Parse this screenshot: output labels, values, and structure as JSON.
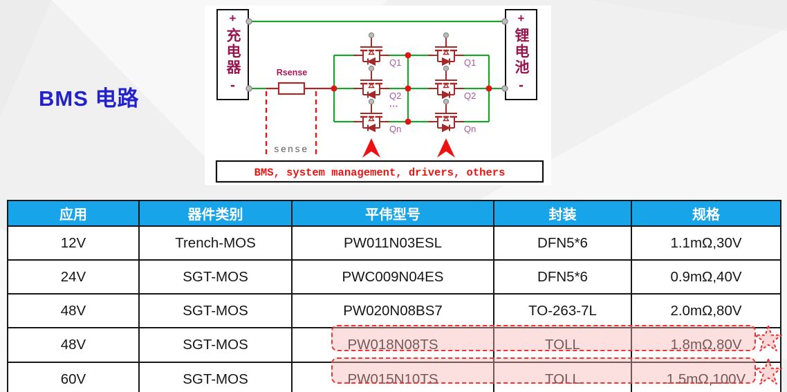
{
  "page": {
    "title": "BMS 电路"
  },
  "circuit": {
    "charger": {
      "plus": "+",
      "name": "充电器",
      "minus": "-"
    },
    "battery": {
      "plus": "+",
      "name": "锂电池",
      "minus": "-"
    },
    "rsense_label": "Rsense",
    "sense_label": "sense",
    "caption": "BMS, system management, drivers, others",
    "switch_labels": {
      "q1": "Q1",
      "q2": "Q2",
      "qn": "Qn",
      "ellipsis": "···"
    },
    "colors": {
      "wire_green": "#1ca22c",
      "symbol_red": "#a82828",
      "accent_red": "#e81414",
      "terminal_maroon": "#97164e",
      "q_label_purple": "#a55a9e"
    }
  },
  "table": {
    "header_bg": "#17a4e8",
    "highlight_border": "#e93636",
    "headers": [
      "应用",
      "器件类别",
      "平伟型号",
      "封装",
      "规格"
    ],
    "rows": [
      {
        "application": "12V",
        "category": "Trench-MOS",
        "model": "PW011N03ESL",
        "package": "DFN5*6",
        "spec": "1.1mΩ,30V",
        "highlighted": false
      },
      {
        "application": "24V",
        "category": "SGT-MOS",
        "model": "PWC009N04ES",
        "package": "DFN5*6",
        "spec": "0.9mΩ,40V",
        "highlighted": false
      },
      {
        "application": "48V",
        "category": "SGT-MOS",
        "model": "PW020N08BS7",
        "package": "TO-263-7L",
        "spec": "2.0mΩ,80V",
        "highlighted": false
      },
      {
        "application": "48V",
        "category": "SGT-MOS",
        "model": "PW018N08TS",
        "package": "TOLL",
        "spec": "1.8mΩ,80V",
        "highlighted": true
      },
      {
        "application": "60V",
        "category": "SGT-MOS",
        "model": "PW015N10TS",
        "package": "TOLL",
        "spec": "1.5mΩ,100V",
        "highlighted": true
      }
    ]
  }
}
